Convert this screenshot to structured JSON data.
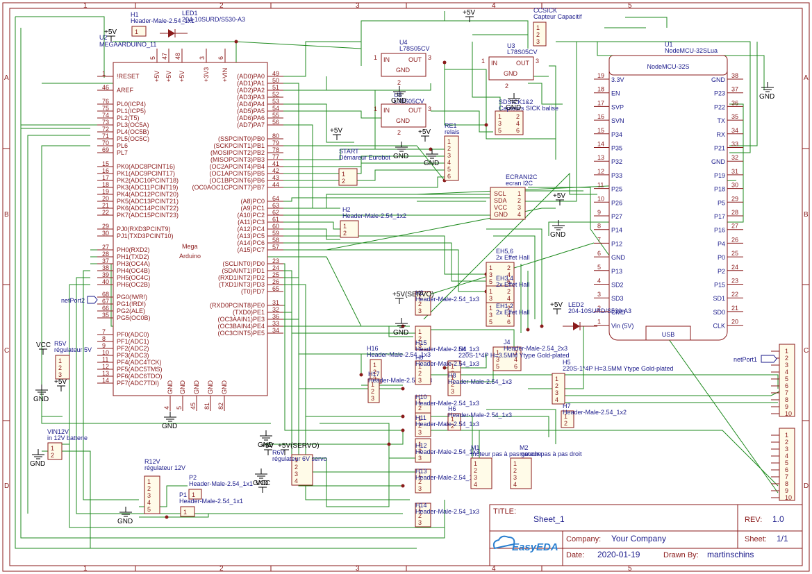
{
  "title_block": {
    "title_label": "TITLE:",
    "title": "Sheet_1",
    "rev_label": "REV:",
    "rev": "1.0",
    "company_label": "Company:",
    "company": "Your Company",
    "sheet_label": "Sheet:",
    "sheet": "1/1",
    "date_label": "Date:",
    "date": "2020-01-19",
    "drawn_label": "Drawn By:",
    "drawn": "martinschins",
    "logo": "EasyEDA"
  },
  "zones": {
    "cols": [
      "1",
      "2",
      "3",
      "4",
      "5"
    ],
    "rows": [
      "A",
      "B",
      "C",
      "D"
    ]
  },
  "mega": {
    "designator": "U2",
    "name": "MEGAARDUINO_11",
    "center1": "Mega",
    "center2": "Arduino",
    "top_pins": [
      "+5V",
      "+5V",
      "+5V",
      "+3V3",
      "+VIN"
    ],
    "top_nums": [
      "5",
      "47",
      "48",
      "3",
      "6"
    ],
    "left": [
      {
        "n": "1",
        "l": "!RESET"
      },
      {
        "n": "46",
        "l": "AREF"
      },
      {
        "n": "76",
        "l": "PL0(ICP4)"
      },
      {
        "n": "75",
        "l": "PL1(ICP5)"
      },
      {
        "n": "74",
        "l": "PL2(T5)"
      },
      {
        "n": "73",
        "l": "PL3(OC5A)"
      },
      {
        "n": "72",
        "l": "PL4(OC5B)"
      },
      {
        "n": "71",
        "l": "PL5(OC5C)"
      },
      {
        "n": "70",
        "l": "PL6"
      },
      {
        "n": "69",
        "l": "PL7"
      },
      {
        "n": "15",
        "l": "PK0(ADC8PCINT16)"
      },
      {
        "n": "16",
        "l": "PK1(ADC9PCINT17)"
      },
      {
        "n": "17",
        "l": "PK2(ADC10PCINT18)"
      },
      {
        "n": "18",
        "l": "PK3(ADC11PCINT19)"
      },
      {
        "n": "19",
        "l": "PK4(ADC12PCINT20)"
      },
      {
        "n": "20",
        "l": "PK5(ADC13PCINT21)"
      },
      {
        "n": "21",
        "l": "PK6(ADC14PCINT22)"
      },
      {
        "n": "22",
        "l": "PK7(ADC15PCINT23)"
      },
      {
        "n": "29",
        "l": "PJ0(RXD3PCINT9)"
      },
      {
        "n": "30",
        "l": "PJ1(TXD3PCINT10)"
      },
      {
        "n": "27",
        "l": "PH0(RXD2)"
      },
      {
        "n": "28",
        "l": "PH1(TXD2)"
      },
      {
        "n": "37",
        "l": "PH3(OC4A)"
      },
      {
        "n": "38",
        "l": "PH4(OC4B)"
      },
      {
        "n": "39",
        "l": "PH5(OC4C)"
      },
      {
        "n": "40",
        "l": "PH6(OC2B)"
      },
      {
        "n": "68",
        "l": "PG0(!WR!)"
      },
      {
        "n": "67",
        "l": "PG1(!RD!)"
      },
      {
        "n": "66",
        "l": "PG2(ALE)"
      },
      {
        "n": "35",
        "l": "PG5(OC0B)"
      },
      {
        "n": "7",
        "l": "PF0(ADC0)"
      },
      {
        "n": "8",
        "l": "PF1(ADC1)"
      },
      {
        "n": "9",
        "l": "PF2(ADC2)"
      },
      {
        "n": "10",
        "l": "PF3(ADC3)"
      },
      {
        "n": "11",
        "l": "PF4(ADC4TCK)"
      },
      {
        "n": "12",
        "l": "PF5(ADC5TMS)"
      },
      {
        "n": "13",
        "l": "PF6(ADC6TDO)"
      },
      {
        "n": "14",
        "l": "PF7(ADC7TDI)"
      }
    ],
    "right": [
      {
        "n": "49",
        "l": "(AD0)PA0"
      },
      {
        "n": "50",
        "l": "(AD1)PA1"
      },
      {
        "n": "51",
        "l": "(AD2)PA2"
      },
      {
        "n": "52",
        "l": "(AD3)PA3"
      },
      {
        "n": "53",
        "l": "(AD4)PA4"
      },
      {
        "n": "54",
        "l": "(AD5)PA5"
      },
      {
        "n": "55",
        "l": "(AD6)PA6"
      },
      {
        "n": "56",
        "l": "(AD7)PA7"
      },
      {
        "n": "80",
        "l": "(SSPCINT0)PB0"
      },
      {
        "n": "79",
        "l": "(SCKPCINT1)PB1"
      },
      {
        "n": "78",
        "l": "(MOSIPCINT2)PB2"
      },
      {
        "n": "77",
        "l": "(MISOPCINT3)PB3"
      },
      {
        "n": "41",
        "l": "(OC2APCINT4)PB4"
      },
      {
        "n": "42",
        "l": "(OC1APCINT5)PB5"
      },
      {
        "n": "43",
        "l": "(OC1BPCINT6)PB6"
      },
      {
        "n": "44",
        "l": "(OC0AOC1CPCINT7)PB7"
      },
      {
        "n": "64",
        "l": "(A8)PC0"
      },
      {
        "n": "63",
        "l": "(A9)PC1"
      },
      {
        "n": "62",
        "l": "(A10)PC2"
      },
      {
        "n": "61",
        "l": "(A11)PC3"
      },
      {
        "n": "60",
        "l": "(A12)PC4"
      },
      {
        "n": "59",
        "l": "(A13)PC5"
      },
      {
        "n": "58",
        "l": "(A14)PC6"
      },
      {
        "n": "57",
        "l": "(A15)PC7"
      },
      {
        "n": "23",
        "l": "(SCLINT0)PD0"
      },
      {
        "n": "24",
        "l": "(SDAINT1)PD1"
      },
      {
        "n": "25",
        "l": "(RXD1INT2)PD2"
      },
      {
        "n": "26",
        "l": "(TXD1INT3)PD3"
      },
      {
        "n": "65",
        "l": "(T0)PD7"
      },
      {
        "n": "31",
        "l": "(RXD0PCINT8)PE0"
      },
      {
        "n": "32",
        "l": "(TXD0)PE1"
      },
      {
        "n": "36",
        "l": "(OC3AAIN1)PE3"
      },
      {
        "n": "33",
        "l": "(OC3BAIN4)PE4"
      },
      {
        "n": "34",
        "l": "(OC3CINT5)PE5"
      }
    ],
    "bottom_pins": [
      "GND",
      "GND",
      "GND",
      "GND",
      "GND"
    ],
    "bottom_nums": [
      "4",
      "5",
      "45",
      "81",
      "82"
    ]
  },
  "nodemcu": {
    "designator": "U1",
    "name": "NodeMCU-32SLua",
    "title": "NodeMCU-32S",
    "usb": "USB",
    "left": [
      {
        "n": "19",
        "l": "3.3V"
      },
      {
        "n": "18",
        "l": "EN"
      },
      {
        "n": "17",
        "l": "SVP"
      },
      {
        "n": "16",
        "l": "SVN"
      },
      {
        "n": "15",
        "l": "P34"
      },
      {
        "n": "14",
        "l": "P35"
      },
      {
        "n": "13",
        "l": "P32"
      },
      {
        "n": "12",
        "l": "P33"
      },
      {
        "n": "11",
        "l": "P25"
      },
      {
        "n": "10",
        "l": "P26"
      },
      {
        "n": "9",
        "l": "P27"
      },
      {
        "n": "8",
        "l": "P14"
      },
      {
        "n": "7",
        "l": "P12"
      },
      {
        "n": "6",
        "l": "GND"
      },
      {
        "n": "5",
        "l": "P13"
      },
      {
        "n": "4",
        "l": "SD2"
      },
      {
        "n": "3",
        "l": "SD3"
      },
      {
        "n": "2",
        "l": "CMD"
      },
      {
        "n": "1",
        "l": "Vin (5V)"
      }
    ],
    "right": [
      {
        "n": "38",
        "l": "GND"
      },
      {
        "n": "37",
        "l": "P23"
      },
      {
        "n": "36",
        "l": "P22"
      },
      {
        "n": "35",
        "l": "TX"
      },
      {
        "n": "34",
        "l": "RX"
      },
      {
        "n": "33",
        "l": "P21"
      },
      {
        "n": "32",
        "l": "GND"
      },
      {
        "n": "31",
        "l": "P19"
      },
      {
        "n": "30",
        "l": "P18"
      },
      {
        "n": "29",
        "l": "P5"
      },
      {
        "n": "28",
        "l": "P17"
      },
      {
        "n": "27",
        "l": "P16"
      },
      {
        "n": "26",
        "l": "P4"
      },
      {
        "n": "25",
        "l": "P0"
      },
      {
        "n": "24",
        "l": "P2"
      },
      {
        "n": "23",
        "l": "P15"
      },
      {
        "n": "22",
        "l": "SD1"
      },
      {
        "n": "21",
        "l": "SD0"
      },
      {
        "n": "20",
        "l": "CLK"
      }
    ]
  },
  "regulators": {
    "u4": {
      "des": "U4",
      "name": "L78S05CV",
      "in": "IN",
      "out": "OUT",
      "gnd": "GND",
      "p1": "1",
      "p3": "3",
      "p2": "2"
    },
    "u5": {
      "des": "U5",
      "name": "L78S05CV",
      "in": "IN",
      "out": "OUT",
      "gnd": "GND",
      "p1": "1",
      "p3": "3",
      "p2": "2"
    },
    "u3": {
      "des": "U3",
      "name": "L78S05CV",
      "in": "IN",
      "out": "OUT",
      "gnd": "GND",
      "p1": "1",
      "p3": "3",
      "p2": "2"
    }
  },
  "parts": {
    "h1": {
      "des": "H1",
      "name": "Header-Male-2.54_1x1"
    },
    "led1": {
      "des": "LED1",
      "name": "204-10SURD/S530-A3"
    },
    "led2": {
      "des": "LED2",
      "name": "204-10SURD/S530-A3"
    },
    "ccsick": {
      "des": "CCSICK",
      "name": "Capteur Capacitif"
    },
    "sdsick": {
      "des": "SDSICK1&2",
      "name": "Capteurs SICK balise"
    },
    "re1": {
      "des": "RE1",
      "name": "relais"
    },
    "start": {
      "des": "START",
      "name": "Démareur Eurobot"
    },
    "ecran": {
      "des": "ECRANI2C",
      "name": "ecran I2C",
      "pins": [
        "SCL",
        "SDA",
        "VCC",
        "GND"
      ]
    },
    "h2": {
      "des": "H2",
      "name": "Header-Male-2.54_1x2"
    },
    "eh56": {
      "des": "EH5,6",
      "name": "2x Effet Hall"
    },
    "eh34": {
      "des": "EH3,4",
      "name": "2x Effet Hall"
    },
    "eh12": {
      "des": "EH1,2",
      "name": "2x Effet Hall"
    },
    "j4": {
      "des": "J4",
      "name": "Header-Male-2.54_2x3"
    },
    "h4": {
      "des": "H4",
      "name": "220S-1*4P H=3.5MM Ytype Gold-plated"
    },
    "h5": {
      "des": "H5",
      "name": "220S-1*4P H=3.5MM Ytype Gold-plated"
    },
    "h7": {
      "des": "H7",
      "name": "Header-Male-2.54_1x2"
    },
    "h16": {
      "des": "H16",
      "name": "Header-Male-2.54_1x3"
    },
    "h17": {
      "des": "H17",
      "name": "Header-Male-2.54_1x3"
    },
    "h6": {
      "des": "H6",
      "name": "Header-Male-2.54_1x3"
    },
    "h8": {
      "des": "H8",
      "name": "Header-Male-2.54_1x3"
    },
    "h9": {
      "des": "H9",
      "name": "Header-Male-2.54_1x3"
    },
    "h10": {
      "des": "H10",
      "name": "Header-Male-2.54_1x3"
    },
    "h11": {
      "des": "H11",
      "name": "Header-Male-2.54_1x3"
    },
    "h12": {
      "des": "H12",
      "name": "Header-Male-2.54_1x3"
    },
    "h13": {
      "des": "H13",
      "name": "Header-Male-2.54_1x3"
    },
    "h14": {
      "des": "H14",
      "name": "Header-Male-2.54_1x3"
    },
    "h15": {
      "des": "H15",
      "name": "Header-Male-2.54_1x3"
    },
    "h3": {
      "des": "H3",
      "name": "Header-Male-2.54_1x3"
    },
    "m1": {
      "des": "M1",
      "name": "moteur pas à pas gauche"
    },
    "m2": {
      "des": "M2",
      "name": "moteur pas à pas droit"
    },
    "r5v": {
      "des": "R5V",
      "name": "régulateur 5V"
    },
    "vin12v": {
      "des": "VIN12V",
      "name": "in 12V batterie"
    },
    "r12v": {
      "des": "R12V",
      "name": "régulateur 12V"
    },
    "r6v": {
      "des": "R6V",
      "name": "régulateur 6V servo"
    },
    "p1": {
      "des": "P1",
      "name": "Header-Male-2.54_1x1"
    },
    "p2": {
      "des": "P2",
      "name": "Header-Male-2.54_1x1"
    }
  },
  "nets": {
    "p5v": "+5V",
    "gnd": "GND",
    "vcc": "VCC",
    "servo": "+5V(SERVO)",
    "netport1": "netPort1",
    "netport2": "netPort2"
  },
  "colors": {
    "pin": "#8a1a1a",
    "label": "#1a1a8a",
    "wire": "#1e8a1e",
    "frame": "#8a1a1a"
  }
}
